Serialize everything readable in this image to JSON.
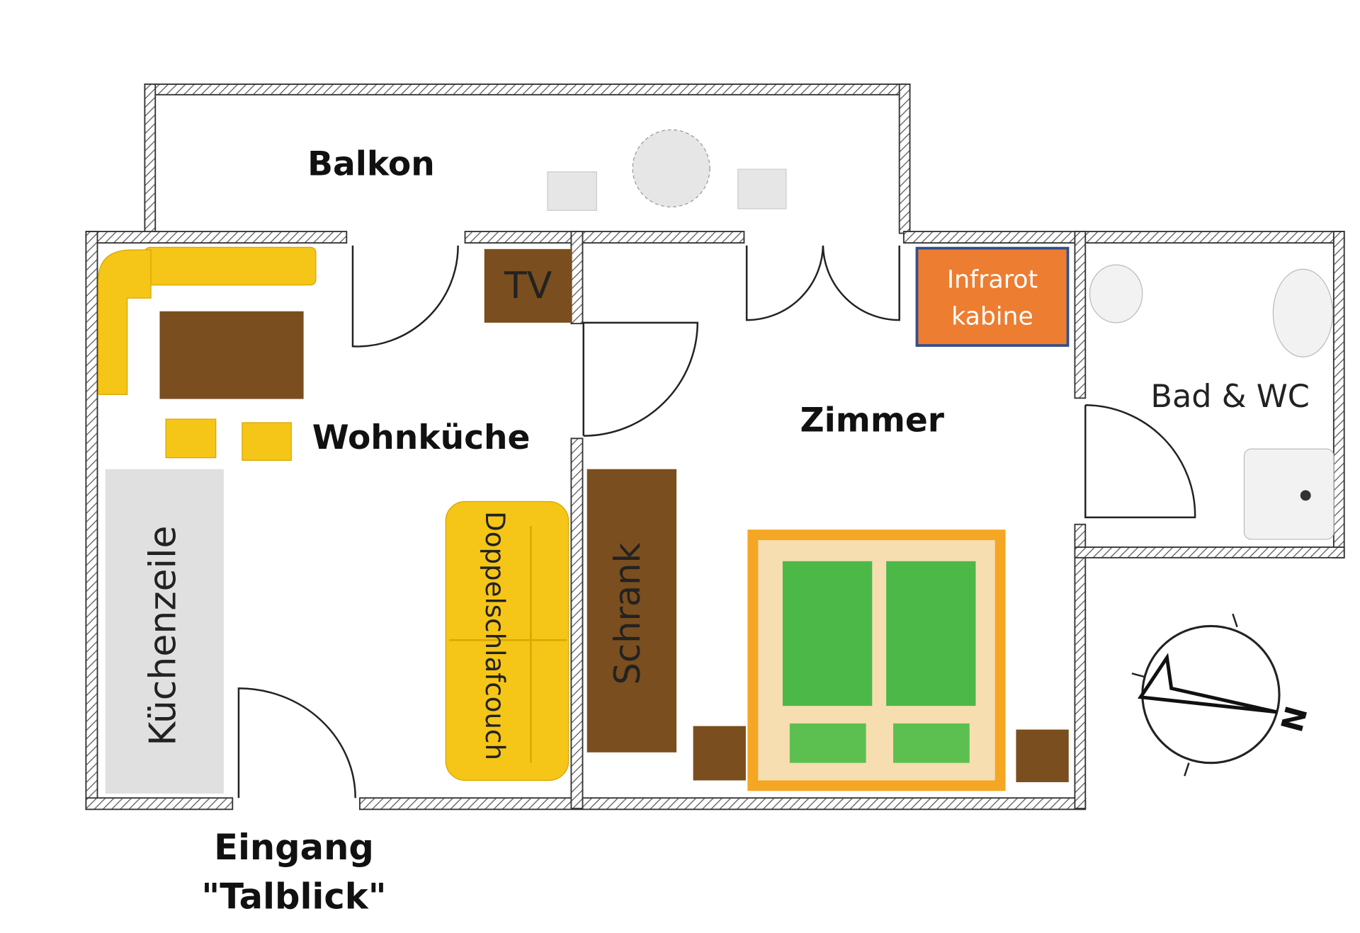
{
  "rooms": {
    "balkon": "Balkon",
    "wohnkueche": "Wohnküche",
    "zimmer": "Zimmer",
    "bad": "Bad & WC"
  },
  "furniture": {
    "tv": "TV",
    "infrarot_line1": "Infrarot",
    "infrarot_line2": "kabine",
    "kuechenzeile": "Küchenzeile",
    "couch": "Doppelschlafcouch",
    "schrank": "Schrank"
  },
  "entrance": {
    "line1": "Eingang",
    "line2": "\"Talblick\""
  },
  "compass": {
    "north_label": "N"
  },
  "colors": {
    "sofa": "#f5c518",
    "wood": "#7a4e1e",
    "kitchen": "#e0e0e0",
    "bed_frame": "#f5a623",
    "bed_inner": "#f7deb0",
    "mattress": "#4cb848",
    "infrarot": "#ed7d31",
    "infrarot_border": "#2f4f8f"
  }
}
